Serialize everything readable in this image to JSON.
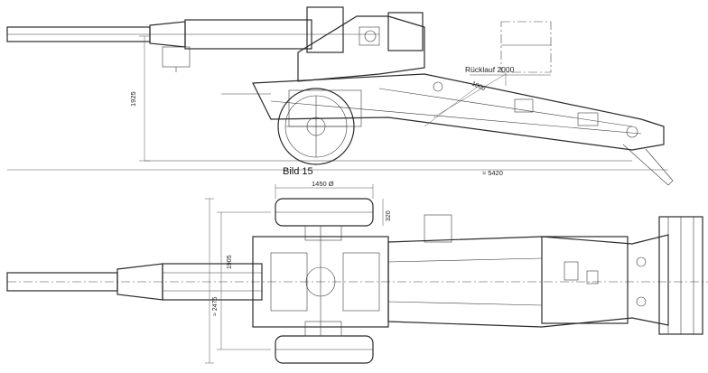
{
  "caption": "Bild 15",
  "dimensions": {
    "recoil": "Rücklauf 2000",
    "recoil_sub": "1000",
    "height": "1925",
    "length": "≈ 5420",
    "wheel_diameter": "1450 Ø",
    "tire_width": "320",
    "track_width": "1905",
    "overall_width": "≈ 2475"
  }
}
